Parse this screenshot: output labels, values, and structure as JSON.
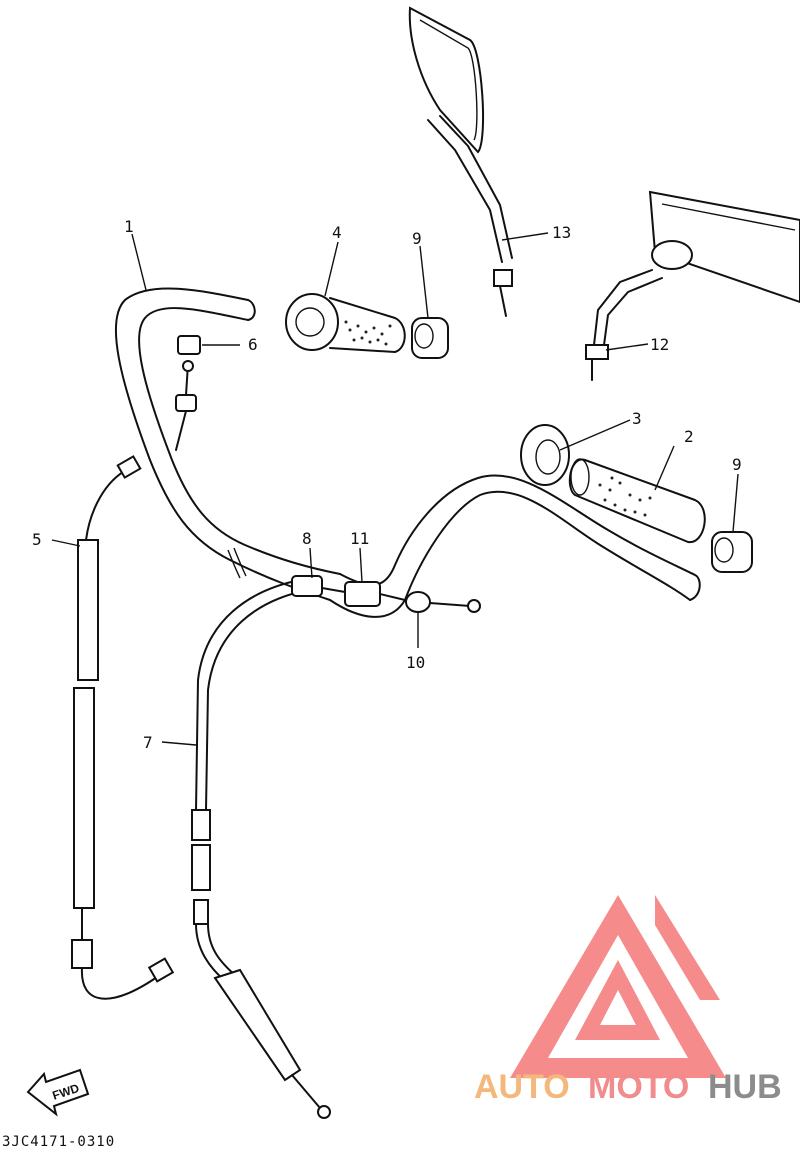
{
  "callouts": [
    {
      "id": "1",
      "label": "1"
    },
    {
      "id": "2",
      "label": "2"
    },
    {
      "id": "3",
      "label": "3"
    },
    {
      "id": "4",
      "label": "4"
    },
    {
      "id": "5",
      "label": "5"
    },
    {
      "id": "6",
      "label": "6"
    },
    {
      "id": "7",
      "label": "7"
    },
    {
      "id": "8",
      "label": "8"
    },
    {
      "id": "9a",
      "label": "9"
    },
    {
      "id": "9b",
      "label": "9"
    },
    {
      "id": "10",
      "label": "10"
    },
    {
      "id": "11",
      "label": "11"
    },
    {
      "id": "12",
      "label": "12"
    },
    {
      "id": "13",
      "label": "13"
    }
  ],
  "direction_arrow": "FWD",
  "diagram_code": "3JC4171-0310",
  "watermark": {
    "part1": "AUTO",
    "part2": "MOTO",
    "part3": "HUB",
    "color_a": "#f5b87c",
    "color_b": "#f28b8b",
    "color_c": "#8c8c8c"
  }
}
